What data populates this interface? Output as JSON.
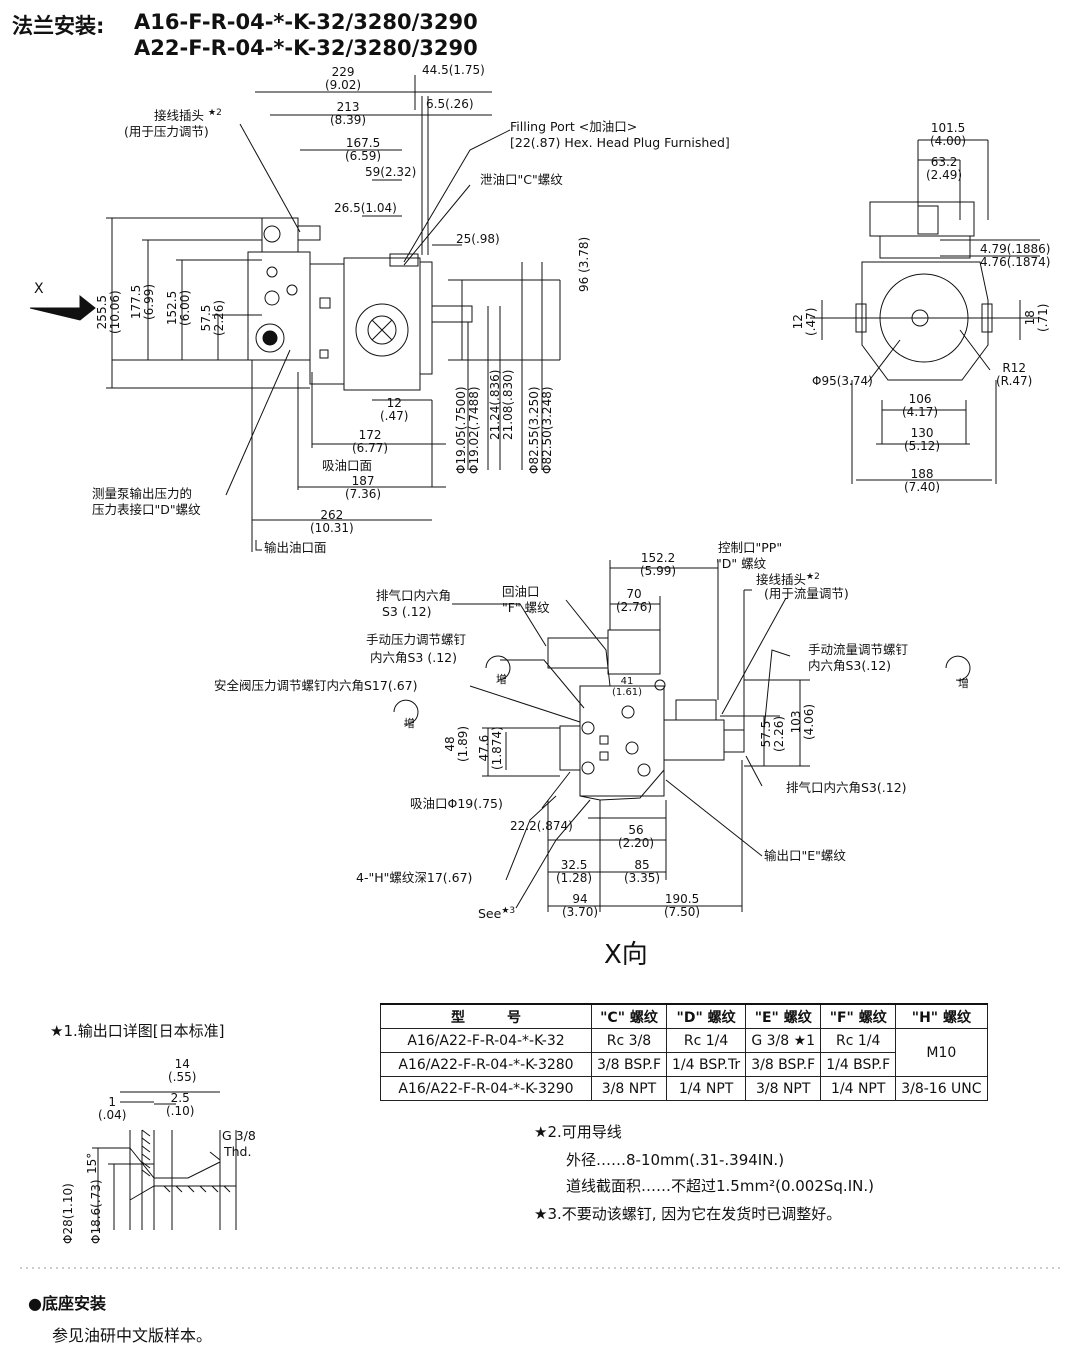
{
  "header": {
    "label": "法兰安装:",
    "model_1": "A16-F-R-04-*-K-32/3280/3290",
    "model_2": "A22-F-R-04-*-K-32/3280/3290"
  },
  "side_view": {
    "dims": [
      {
        "v": "229",
        "s": "(9.02)"
      },
      {
        "v": "44.5(1.75)",
        "s": ""
      },
      {
        "v": "213",
        "s": "(8.39)"
      },
      {
        "v": "6.5(.26)",
        "s": ""
      },
      {
        "v": "167.5",
        "s": "(6.59)"
      },
      {
        "v": "59(2.32)",
        "s": ""
      },
      {
        "v": "26.5(1.04)",
        "s": ""
      },
      {
        "v": "25(.98)",
        "s": ""
      },
      {
        "v": "96",
        "s": "(3.78)"
      },
      {
        "v": "255.5",
        "s": "(10.06)"
      },
      {
        "v": "177.5",
        "s": "(6.99)"
      },
      {
        "v": "152.5",
        "s": "(6.00)"
      },
      {
        "v": "57.5",
        "s": "(2.26)"
      },
      {
        "v": "12",
        "s": "(.47)"
      },
      {
        "v": "172",
        "s": "(6.77)"
      },
      {
        "v": "187",
        "s": "(7.36)"
      },
      {
        "v": "262",
        "s": "(10.31)"
      }
    ],
    "shaft_dims": [
      "Φ19.05(.7500)",
      "Φ19.02(.7488)",
      "21.24(.836)",
      "21.08(.830)",
      "Φ82.55(3.250)",
      "Φ82.50(3.248)"
    ],
    "labels": {
      "connector": "接线插头",
      "connector_note": "(用于压力调节)",
      "star2": "★2",
      "filling_1": "Filling Port <加油口>",
      "filling_2": "[22(.87) Hex. Head Plug Furnished]",
      "drain": "泄油口\"C\"螺纹",
      "x_arrow": "X",
      "suction_face": "吸油口面",
      "gauge_1": "测量泵输出压力的",
      "gauge_2": "压力表接口\"D\"螺纹",
      "outlet_face": "输出油口面"
    }
  },
  "end_view": {
    "dims": [
      {
        "v": "101.5",
        "s": "(4.00)"
      },
      {
        "v": "63.2",
        "s": "(2.49)"
      },
      {
        "v": "4.79(.1886)",
        "s": "4.76(.1874)"
      },
      {
        "v": "12",
        "s": "(.47)"
      },
      {
        "v": "18",
        "s": "(.71)"
      },
      {
        "v": "R12",
        "s": "(R.47)"
      },
      {
        "v": "Φ95(3.74)",
        "s": ""
      },
      {
        "v": "106",
        "s": "(4.17)"
      },
      {
        "v": "130",
        "s": "(5.12)"
      },
      {
        "v": "188",
        "s": "(7.40)"
      }
    ]
  },
  "x_view": {
    "title": "X向",
    "dims": [
      {
        "v": "152.2",
        "s": "(5.99)"
      },
      {
        "v": "70",
        "s": "(2.76)"
      },
      {
        "v": "41",
        "s": "(1.61)"
      },
      {
        "v": "103",
        "s": "(4.06)"
      },
      {
        "v": "57.5",
        "s": "(2.26)"
      },
      {
        "v": "48",
        "s": "(1.89)"
      },
      {
        "v": "47.6",
        "s": "(1.874)"
      },
      {
        "v": "22.2(.874)",
        "s": ""
      },
      {
        "v": "56",
        "s": "(2.20)"
      },
      {
        "v": "32.5",
        "s": "(1.28)"
      },
      {
        "v": "85",
        "s": "(3.35)"
      },
      {
        "v": "94",
        "s": "(3.70)"
      },
      {
        "v": "190.5",
        "s": "(7.50)"
      }
    ],
    "labels": {
      "control_port_1": "控制口\"PP\"",
      "control_port_2": "\"D\" 螺纹",
      "connector": "接线插头",
      "connector_note": "(用于流量调节)",
      "vent_1": "排气口内六角",
      "vent_2": "S3 (.12)",
      "return_1": "回油口",
      "return_2": "\"F\" 螺纹",
      "manual_p_1": "手动压力调节螺钉",
      "manual_p_2": "内六角S3 (.12)",
      "manual_f_1": "手动流量调节螺钉",
      "manual_f_2": "内六角S3(.12)",
      "relief": "安全阀压力调节螺钉内六角S17(.67)",
      "increase": "增",
      "suction": "吸油口Φ19(.75)",
      "vent_right": "排气口内六角S3(.12)",
      "outlet": "输出口\"E\"螺纹",
      "h_thread": "4-\"H\"螺纹深17(.67)",
      "see": "See",
      "see_star": "★3"
    }
  },
  "detail": {
    "title": "★1.输出口详图[日本标准]",
    "dims": [
      {
        "v": "14",
        "s": "(.55)"
      },
      {
        "v": "1",
        "s": "(.04)"
      },
      {
        "v": "2.5",
        "s": "(.10)"
      },
      {
        "v": "Φ28(1.10)",
        "s": ""
      },
      {
        "v": "Φ18.6(.73)",
        "s": ""
      },
      {
        "v": "15°",
        "s": ""
      }
    ],
    "thread_1": "G 3/8",
    "thread_2": "Thd."
  },
  "table": {
    "headers": [
      "型　　　号",
      "\"C\" 螺纹",
      "\"D\" 螺纹",
      "\"E\" 螺纹",
      "\"F\" 螺纹",
      "\"H\" 螺纹"
    ],
    "rows": [
      [
        "A16/A22-F-R-04-*-K-32",
        "Rc 3/8",
        "Rc 1/4",
        "G 3/8 ★1",
        "Rc 1/4"
      ],
      [
        "A16/A22-F-R-04-*-K-3280",
        "3/8 BSP.F",
        "1/4 BSP.Tr",
        "3/8 BSP.F",
        "1/4 BSP.F"
      ],
      [
        "A16/A22-F-R-04-*-K-3290",
        "3/8 NPT",
        "1/4 NPT",
        "3/8 NPT",
        "1/4 NPT",
        "3/8-16 UNC"
      ]
    ],
    "h_merged": "M10"
  },
  "notes": {
    "n2_title": "★2.可用导线",
    "n2_od": "外径……8-10mm(.31-.394IN.)",
    "n2_area": "道线截面积……不超过1.5mm²(0.002Sq.IN.)",
    "n3": "★3.不要动该螺钉, 因为它在发货时已调整好。"
  },
  "footer": {
    "bullet_title": "●底座安装",
    "text": "参见油研中文版样本。"
  }
}
